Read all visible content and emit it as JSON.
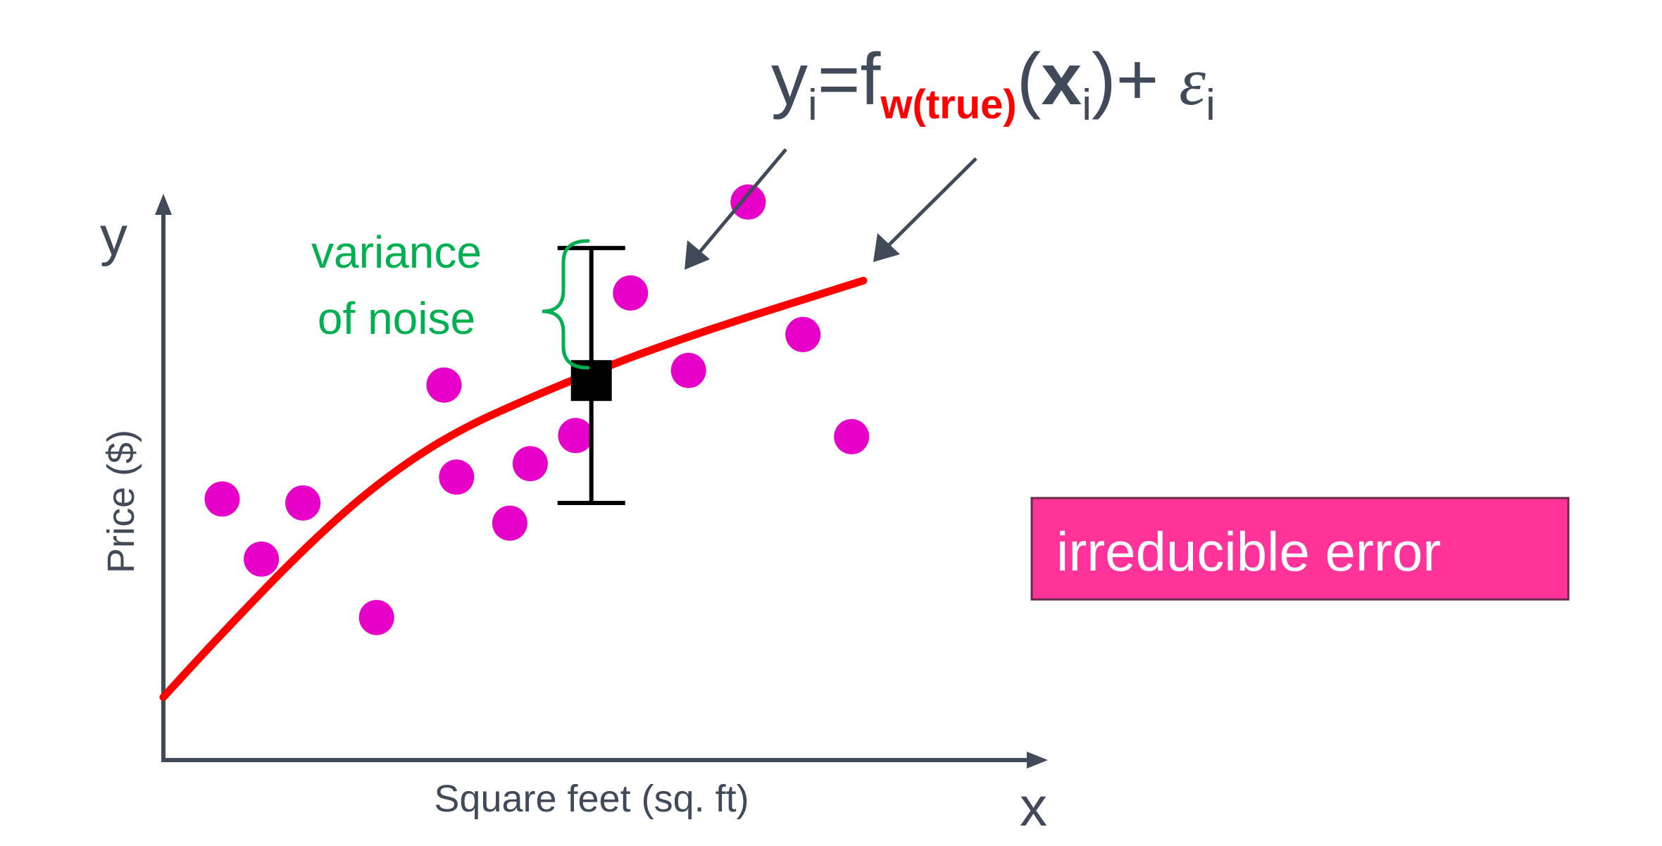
{
  "colors": {
    "axis": "#404a59",
    "curve": "#ff0000",
    "points": "#e600c8",
    "noise_annotation": "#00b050",
    "marker": "#000000",
    "callout_bg": "#ff3399",
    "callout_border": "#6b2a48",
    "callout_text": "#ffffff"
  },
  "equation": {
    "y": "y",
    "y_sub": "i",
    "eq_f": "=f",
    "f_sub": "w(true)",
    "open": "(",
    "x": "x",
    "x_sub": "i",
    "close_plus": ")+ ",
    "eps": "ε",
    "eps_sub": "i"
  },
  "noise_label": {
    "line1": "variance",
    "line2": "of noise"
  },
  "callout": {
    "text": "irreducible error"
  },
  "chart_data": {
    "type": "scatter",
    "xlabel": "Square feet (sq. ft)",
    "ylabel": "Price ($)",
    "x_axis_symbol": "x",
    "y_axis_symbol": "y",
    "xlim": [
      0,
      100
    ],
    "ylim": [
      0,
      100
    ],
    "grid": false,
    "points": [
      {
        "x": 7.5,
        "y": 46.5
      },
      {
        "x": 12.5,
        "y": 35.8
      },
      {
        "x": 17.8,
        "y": 45.8
      },
      {
        "x": 27.2,
        "y": 25.4
      },
      {
        "x": 35.8,
        "y": 66.8
      },
      {
        "x": 37.4,
        "y": 50.4
      },
      {
        "x": 44.2,
        "y": 42.2
      },
      {
        "x": 46.8,
        "y": 52.8
      },
      {
        "x": 52.6,
        "y": 57.8
      },
      {
        "x": 59.6,
        "y": 83.2
      },
      {
        "x": 67.0,
        "y": 69.4
      },
      {
        "x": 74.6,
        "y": 99.4
      },
      {
        "x": 81.6,
        "y": 75.8
      },
      {
        "x": 87.8,
        "y": 57.6
      }
    ],
    "true_function": {
      "x": [
        0,
        5,
        10,
        15,
        20,
        25,
        30,
        35,
        40,
        45,
        50,
        55,
        60,
        65,
        70,
        75,
        80,
        85,
        89.3
      ],
      "y": [
        11.2,
        18.8,
        26.2,
        33.4,
        40.2,
        46.4,
        51.8,
        56.4,
        60.2,
        63.4,
        66.4,
        69.2,
        71.9,
        74.4,
        76.8,
        79.1,
        81.3,
        83.5,
        85.4
      ]
    },
    "noise_example": {
      "x": 54.6,
      "y": 67.6,
      "low": 45.8,
      "high": 91.2
    }
  }
}
